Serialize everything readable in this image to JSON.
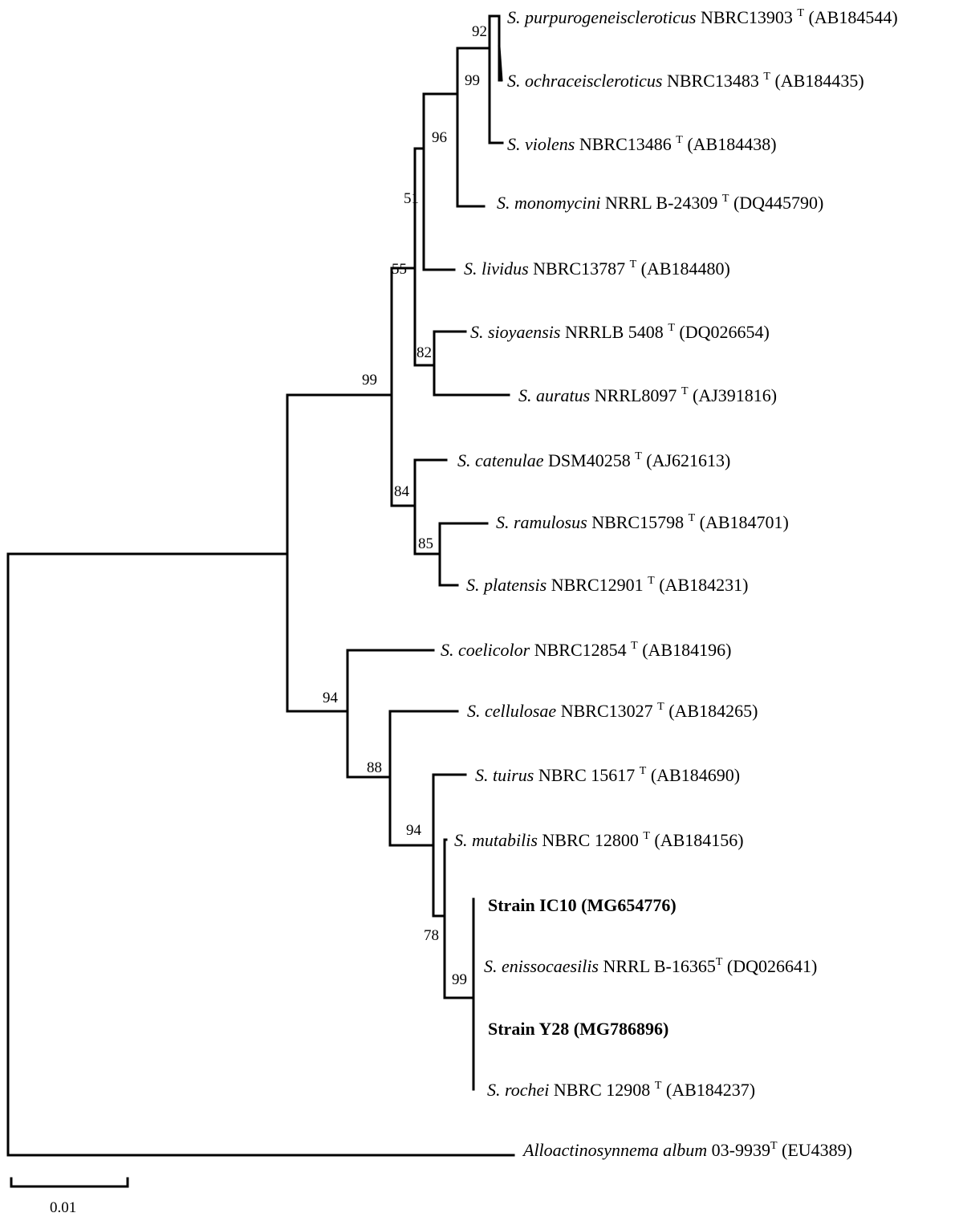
{
  "taxa": [
    {
      "id": "t1",
      "genus": "S.",
      "species": "purpurogeneiscleroticus",
      "strain": "NBRC13903",
      "sup": "T",
      "accession": "(AB184544)"
    },
    {
      "id": "t2",
      "genus": "S.",
      "species": "ochraceiscleroticus",
      "strain": "NBRC13483",
      "sup": "T",
      "accession": "(AB184435)"
    },
    {
      "id": "t3",
      "genus": "S.",
      "species": "violens",
      "strain": "NBRC13486",
      "sup": "T",
      "accession": "(AB184438)"
    },
    {
      "id": "t4",
      "genus": "S.",
      "species": "monomycini",
      "strain": "NRRL B-24309",
      "sup": "T",
      "accession": "(DQ445790)"
    },
    {
      "id": "t5",
      "genus": "S.",
      "species": "lividus",
      "strain": "NBRC13787",
      "sup": "T",
      "accession": "(AB184480)"
    },
    {
      "id": "t6",
      "genus": "S.",
      "species": "sioyaensis",
      "strain": "NRRLB 5408",
      "sup": "T",
      "accession": "(DQ026654)"
    },
    {
      "id": "t7",
      "genus": "S.",
      "species": "auratus",
      "strain": "NRRL8097",
      "sup": "T",
      "accession": "(AJ391816)"
    },
    {
      "id": "t8",
      "genus": "S.",
      "species": "catenulae",
      "strain": "DSM40258",
      "sup": "T",
      "accession": "(AJ621613)"
    },
    {
      "id": "t9",
      "genus": "S.",
      "species": "ramulosus",
      "strain": "NBRC15798",
      "sup": "T",
      "accession": "(AB184701)"
    },
    {
      "id": "t10",
      "genus": "S.",
      "species": "platensis",
      "strain": "NBRC12901",
      "sup": "T",
      "accession": "(AB184231)"
    },
    {
      "id": "t11",
      "genus": "S.",
      "species": "coelicolor",
      "strain": "NBRC12854",
      "sup": "T",
      "accession": "(AB184196)"
    },
    {
      "id": "t12",
      "genus": "S.",
      "species": "cellulosae",
      "strain": "NBRC13027",
      "sup": "T",
      "accession": "(AB184265)"
    },
    {
      "id": "t13",
      "genus": "S.",
      "species": "tuirus",
      "strain": "NBRC 15617",
      "sup": "T",
      "accession": "(AB184690)"
    },
    {
      "id": "t14",
      "genus": "S.",
      "species": "mutabilis",
      "strain": "NBRC 12800",
      "sup": "T",
      "accession": "(AB184156)"
    },
    {
      "id": "t15",
      "bold": "Strain IC10 (MG654776)"
    },
    {
      "id": "t16",
      "genus": "S.",
      "species": "enissocaesilis",
      "strain": "NRRL B-16365",
      "sup": "T",
      "accession": "(DQ026641)"
    },
    {
      "id": "t17",
      "bold": "Strain Y28 (MG786896)"
    },
    {
      "id": "t18",
      "genus": "S.",
      "species": "rochei",
      "strain": "NBRC 12908",
      "sup": "T",
      "accession": "(AB184237)"
    },
    {
      "id": "t19",
      "genus": "Alloactinosynnema",
      "species": "album",
      "strain": "03-9939",
      "sup": "T",
      "accession": "(EU4389)"
    }
  ],
  "bootstrap": {
    "b92": "92",
    "b99a": "99",
    "b96": "96",
    "b51": "51",
    "b55": "55",
    "b82": "82",
    "b99b": "99",
    "b84": "84",
    "b85": "85",
    "b94a": "94",
    "b88": "88",
    "b94b": "94",
    "b78": "78",
    "b99c": "99"
  },
  "scale_bar": {
    "label": "0.01"
  }
}
